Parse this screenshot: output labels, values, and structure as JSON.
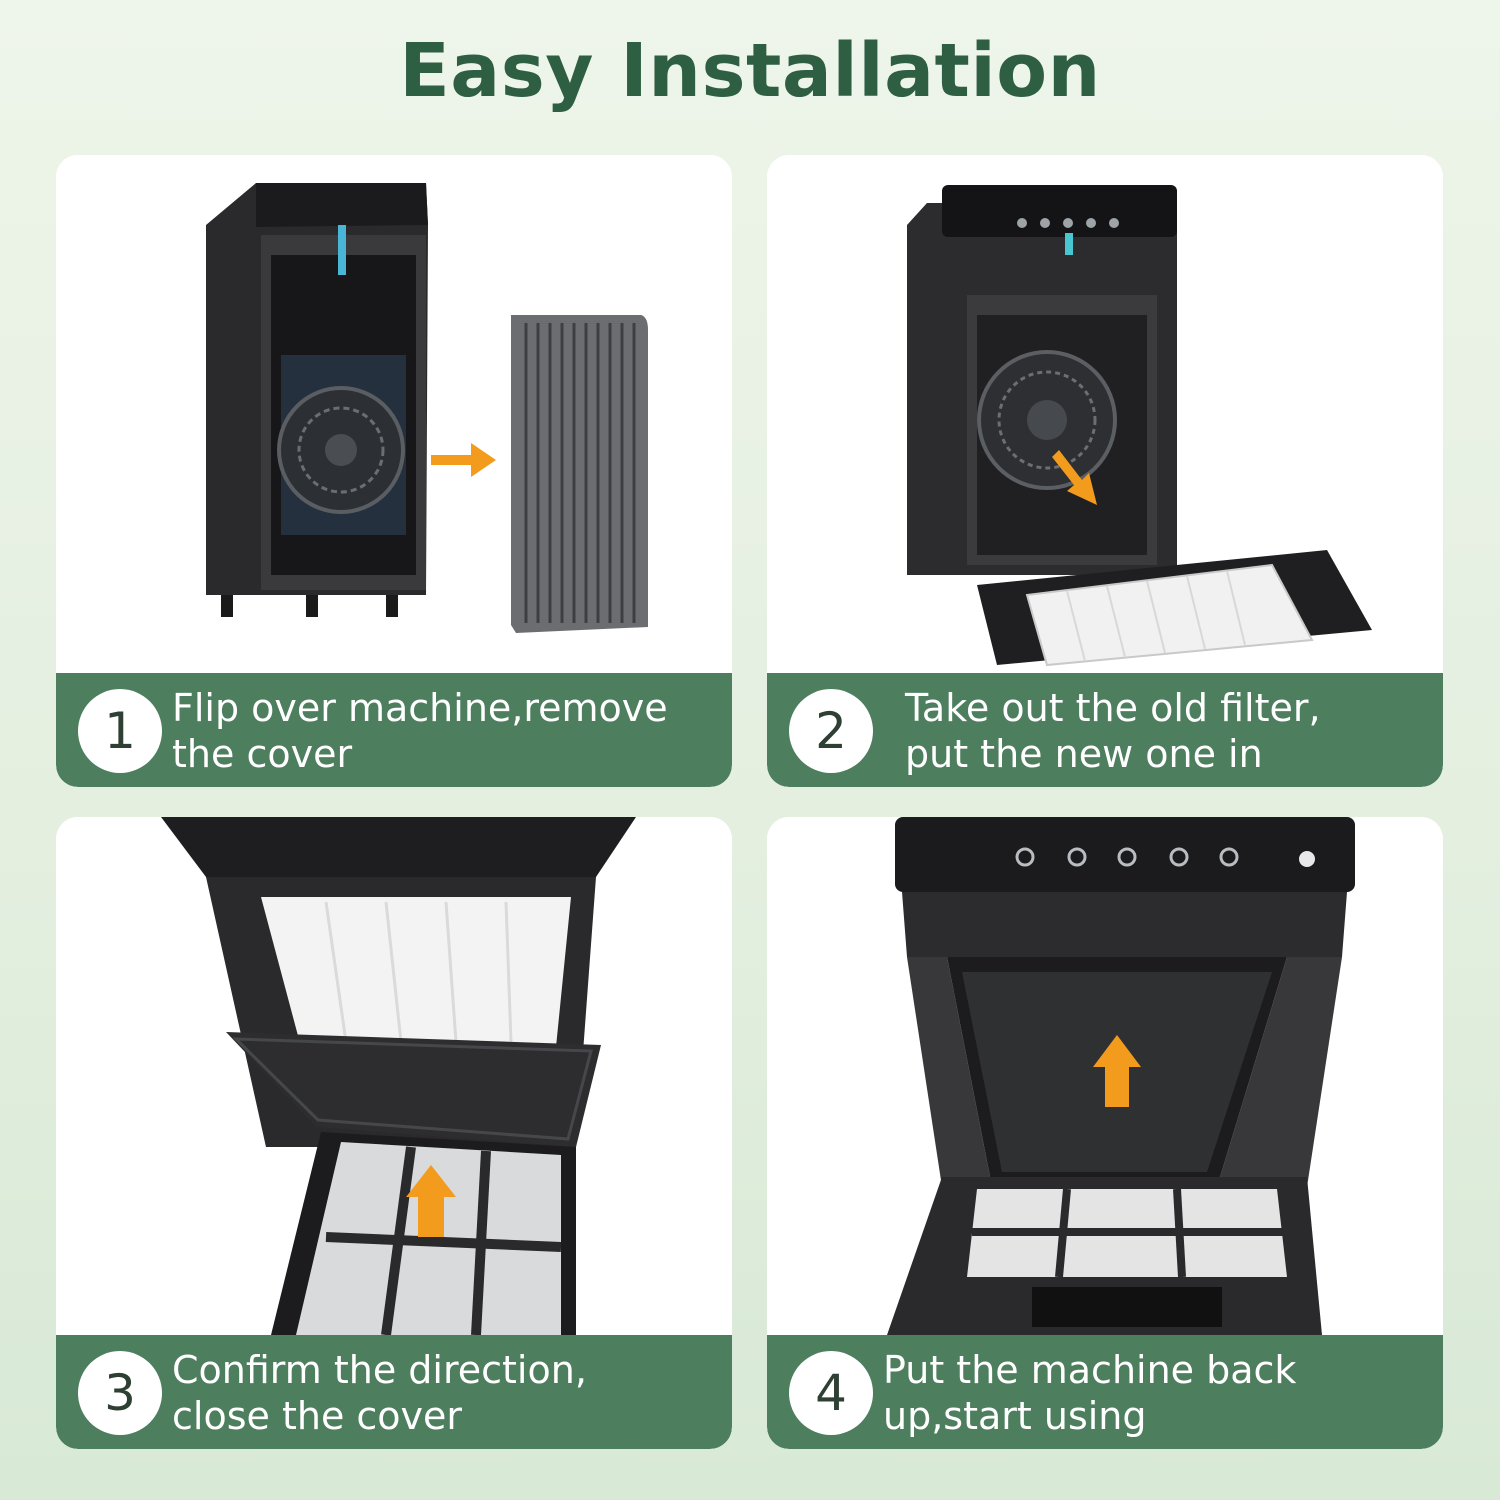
{
  "header": {
    "title": "Easy Installation"
  },
  "colors": {
    "accent_green": "#4d7e5e",
    "title_green": "#2f5f43",
    "arrow_orange": "#f39b1d"
  },
  "steps": [
    {
      "number": "1",
      "line1": "Flip over machine,remove",
      "line2": "the cover",
      "image_icon": "purifier-open-cover-icon"
    },
    {
      "number": "2",
      "line1": "Take out the old filter,",
      "line2": "put the new one in",
      "image_icon": "filter-swap-icon"
    },
    {
      "number": "3",
      "line1": "Confirm the direction,",
      "line2": "close the cover",
      "image_icon": "close-cover-icon"
    },
    {
      "number": "4",
      "line1": "Put the machine back",
      "line2": "up,start using",
      "image_icon": "machine-upright-icon"
    }
  ]
}
